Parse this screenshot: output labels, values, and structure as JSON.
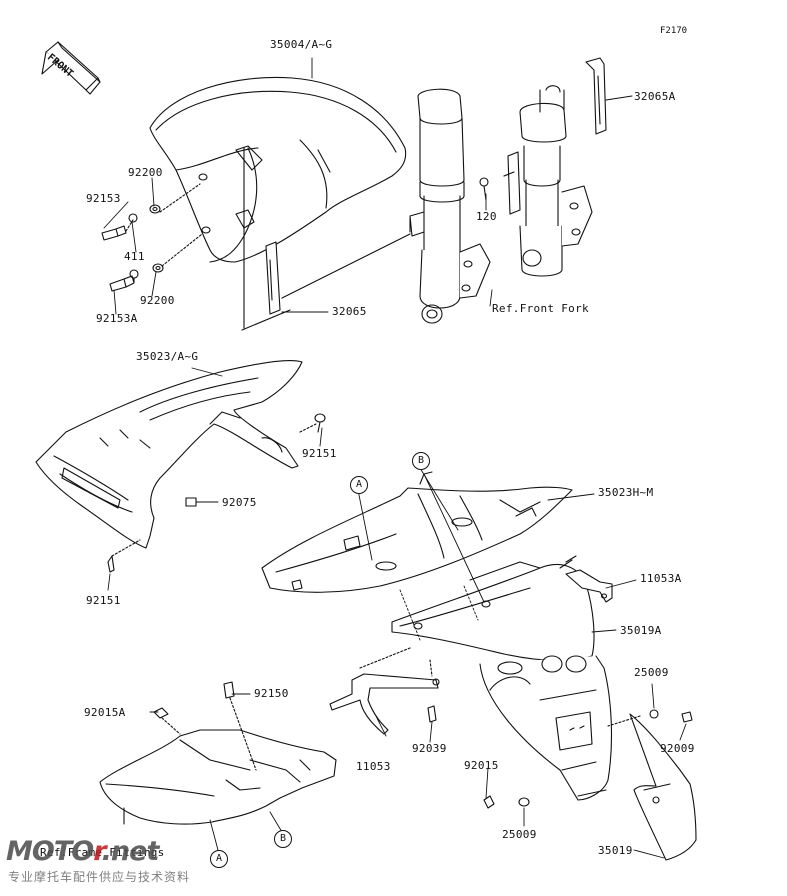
{
  "diagram": {
    "figure_code": "F2170",
    "front_label": "FRONT",
    "parts": {
      "front_fender": "35004/A~G",
      "fork_bracket_right": "32065A",
      "fork_bracket_left": "32065",
      "washer_upper": "92200",
      "bolt_upper": "92153",
      "bolt_lower": "92153A",
      "washer_lower": "92200",
      "damper": "411",
      "fork_bolt": "120",
      "ref_front_fork": "Ref.Front Fork",
      "side_cover": "35023/A~G",
      "screw_side_upper": "92151",
      "grommet": "92075",
      "screw_side_lower": "92151",
      "seat_cover": "35023H~M",
      "bracket_rear_upper": "11053A",
      "rear_fender": "35019A",
      "stay_11053": "11053",
      "nut_92039": "92039",
      "bolt_92150": "92150",
      "clip_92015A": "92015A",
      "nut_25009_upper": "25009",
      "washer_92009": "92009",
      "clip_92015": "92015",
      "washer_25009_lower": "25009",
      "flap_35019": "35019",
      "ref_frame_fittings": "Ref.Frame Fittings"
    },
    "callouts": {
      "a_top": "A",
      "b_top": "B",
      "b_bottom": "B",
      "a_bottom": "A"
    }
  },
  "watermark": {
    "logo_main": "MOTO",
    "logo_accent": "r",
    "logo_tail": ".net",
    "subtitle": "专业摩托车配件供应与技术资料"
  }
}
